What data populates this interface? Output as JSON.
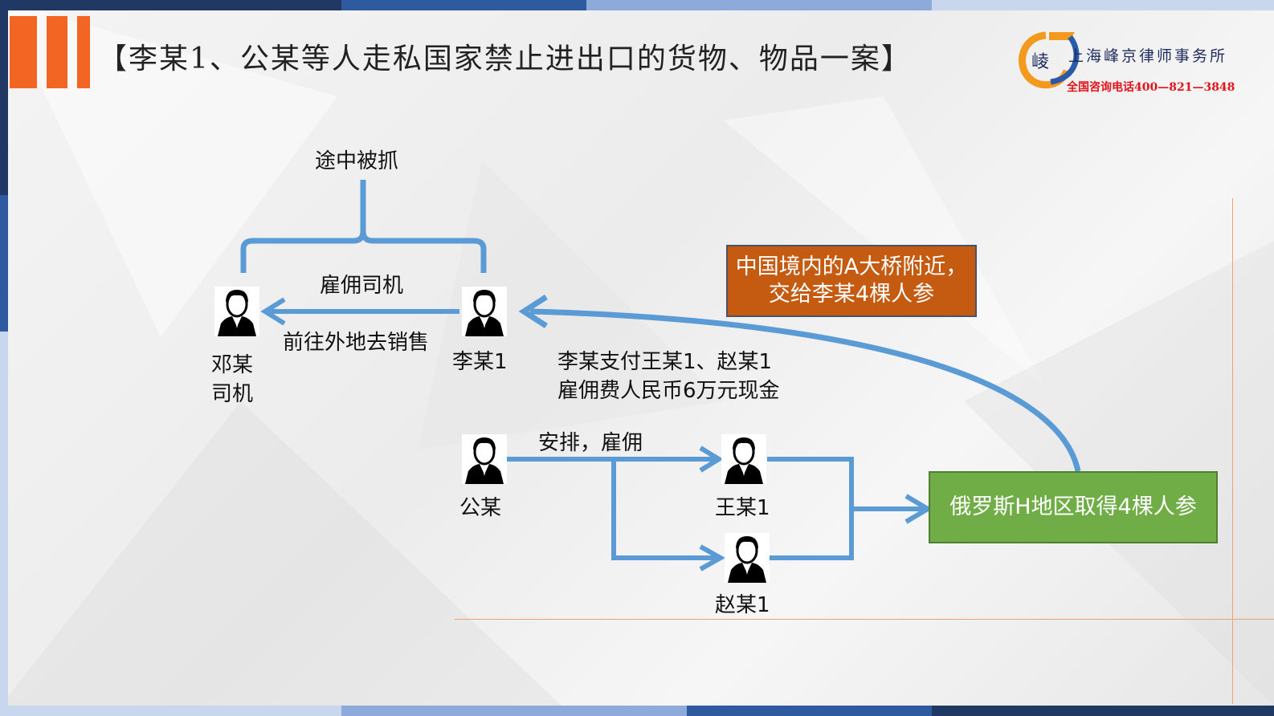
{
  "title": "【李某1、公某等人走私国家禁止进出口的货物、物品一案】",
  "logo": {
    "firm_name": "上海峰京律师事务所",
    "phone": "全国咨询电话400—821—3848"
  },
  "colors": {
    "accent_orange": "#f26522",
    "arrow_blue": "#5b9bd5",
    "box_orange": "#c55a11",
    "box_green": "#70ad47"
  },
  "diagram": {
    "caught_label": "途中被抓",
    "hire_driver_label": "雇佣司机",
    "go_sell_label": "前往外地去销售",
    "payment_label_1": "李某支付王某1、赵某1",
    "payment_label_2": "雇佣费人民币6万元现金",
    "arrange_label": "安排，雇佣",
    "orange_box_line1": "中国境内的A大桥附近，",
    "orange_box_line2": "交给李某4棵人参",
    "green_box": "俄罗斯H地区取得4棵人参",
    "people": {
      "deng_line1": "邓某",
      "deng_line2": "司机",
      "li": "李某1",
      "gong": "公某",
      "wang": "王某1",
      "zhao": "赵某1"
    }
  }
}
